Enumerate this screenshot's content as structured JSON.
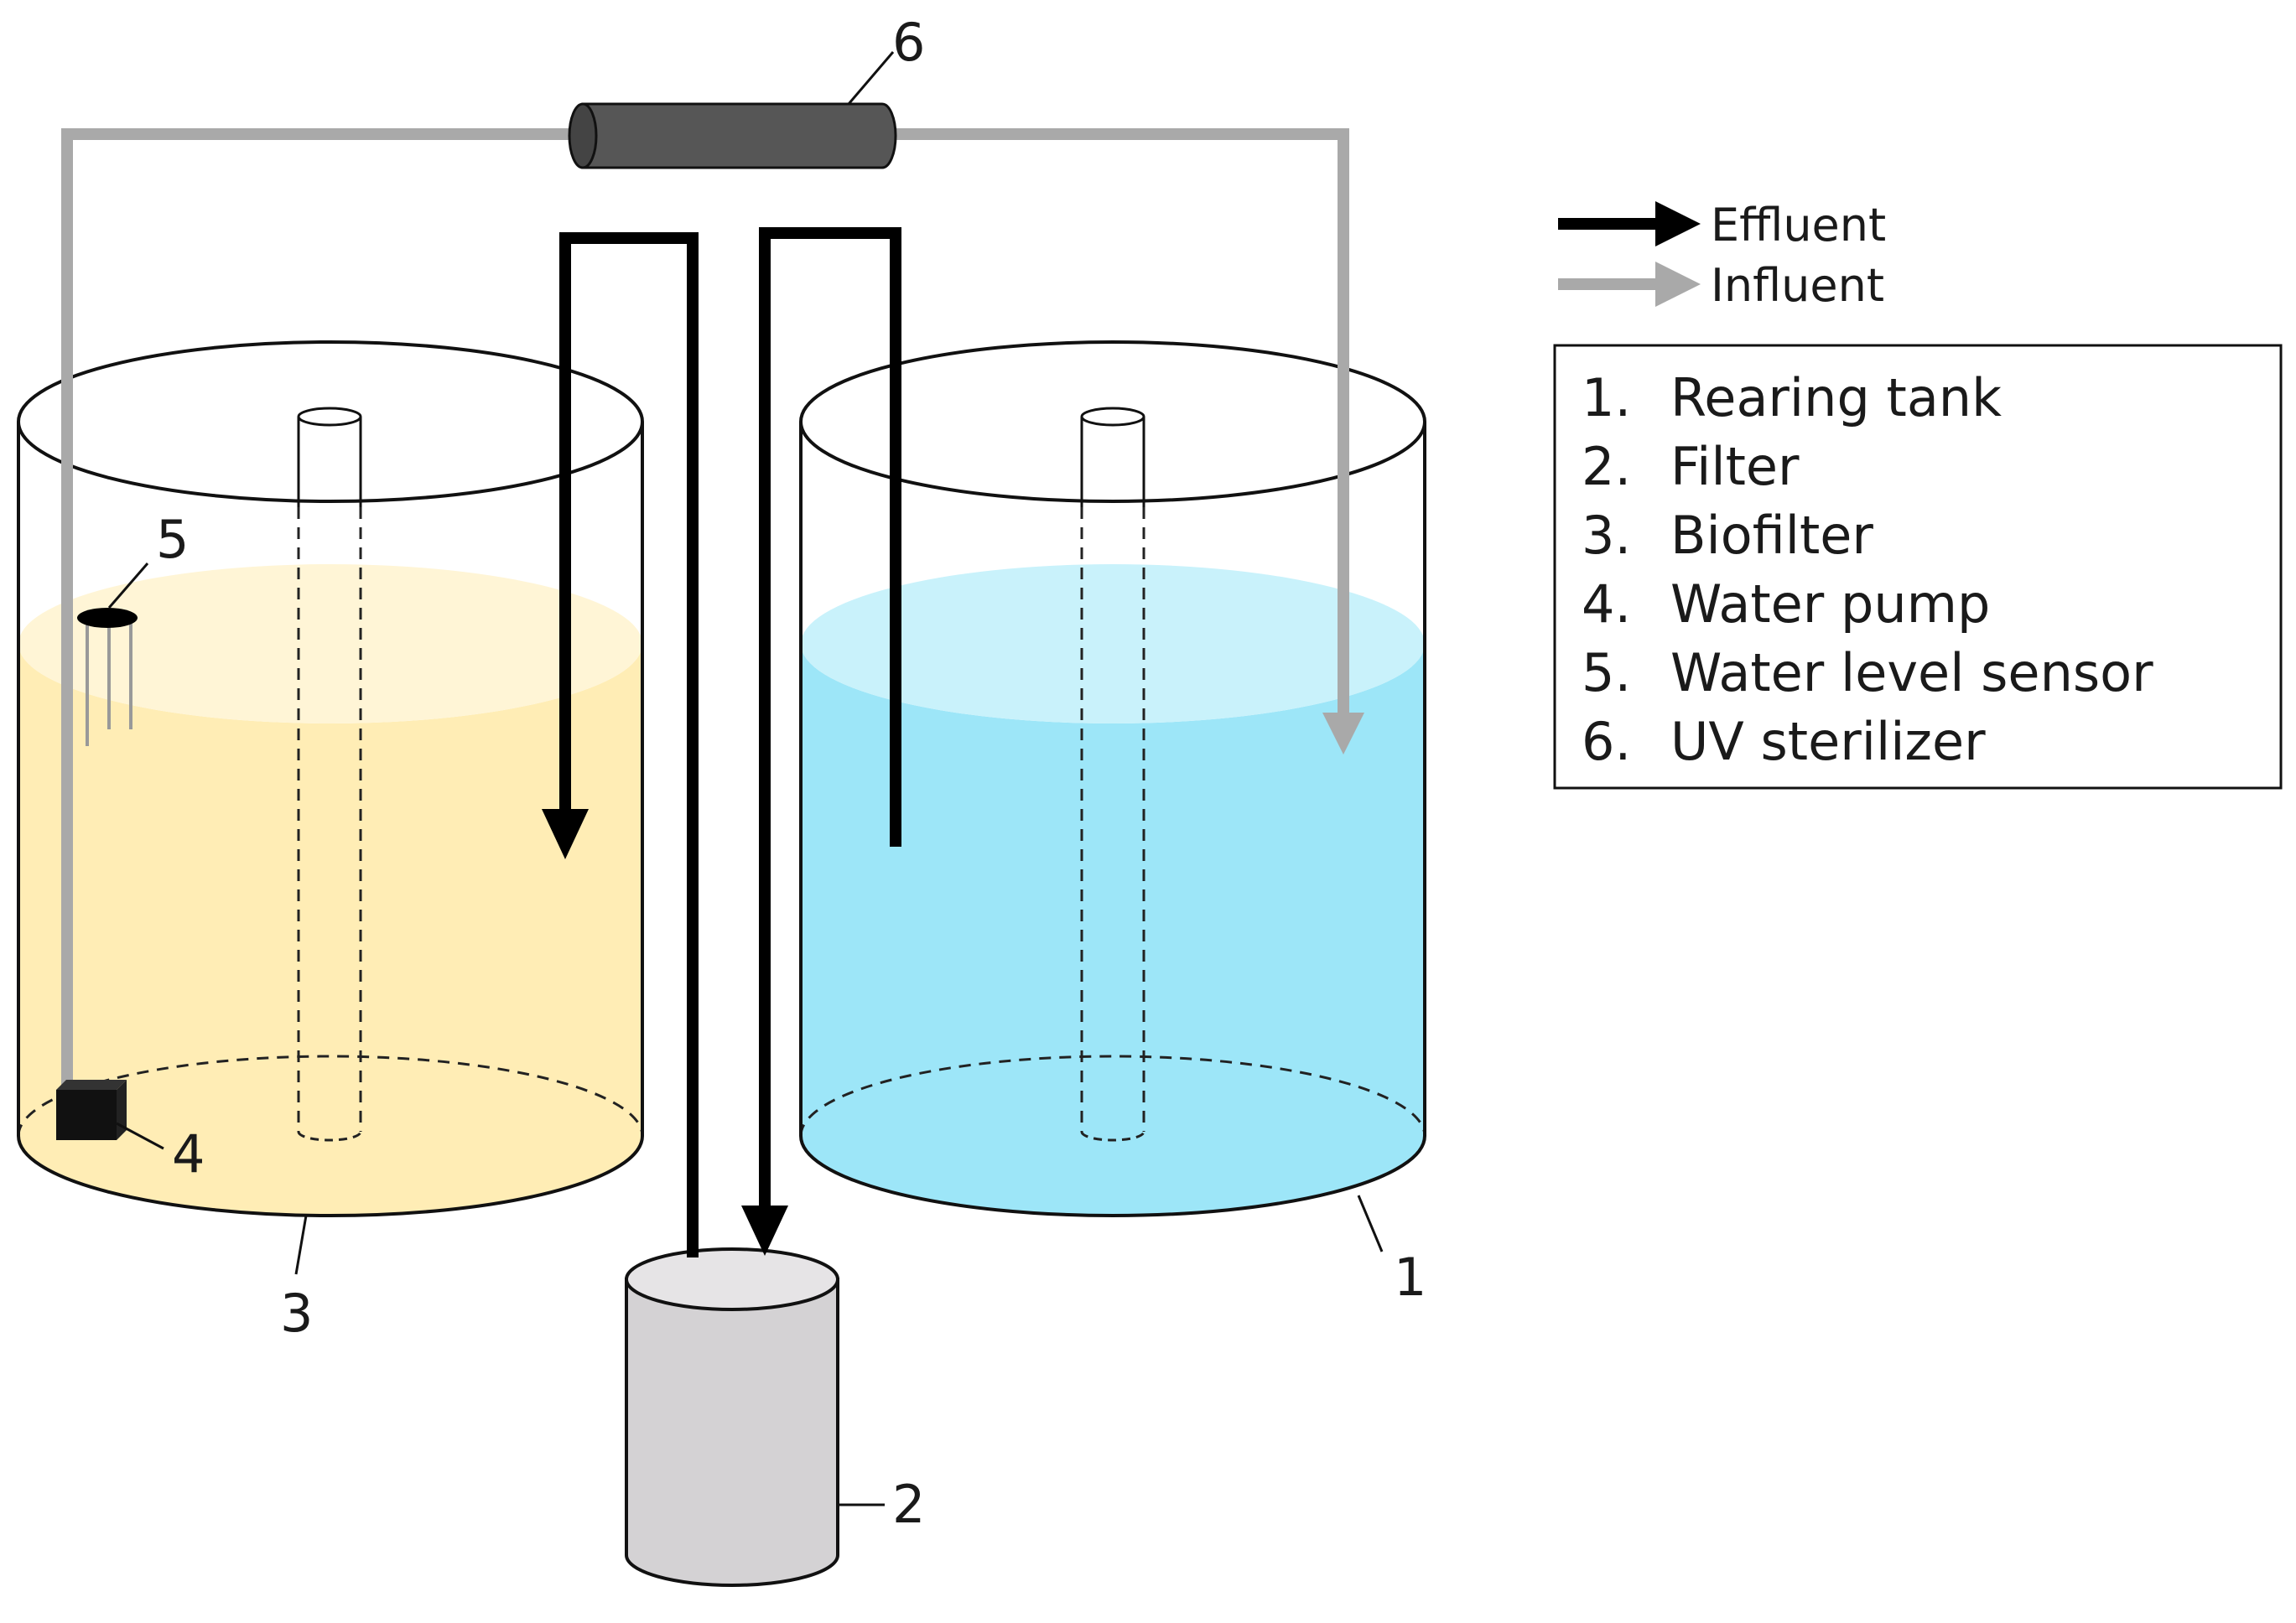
{
  "legend": {
    "effluent_label": "Effluent",
    "influent_label": "Influent",
    "effluent_color": "#000000",
    "influent_color": "#a9a9a9"
  },
  "components": [
    {
      "num": "1.",
      "name": "Rearing tank"
    },
    {
      "num": "2.",
      "name": "Filter"
    },
    {
      "num": "3.",
      "name": "Biofilter"
    },
    {
      "num": "4.",
      "name": "Water pump"
    },
    {
      "num": "5.",
      "name": "Water level sensor"
    },
    {
      "num": "6.",
      "name": "UV sterilizer"
    }
  ],
  "callouts": {
    "rearing_tank": "1",
    "filter": "2",
    "biofilter": "3",
    "water_pump": "4",
    "water_level_sensor": "5",
    "uv_sterilizer": "6"
  },
  "colors": {
    "biofilter_water": "#ffedb5",
    "biofilter_surface": "#fff5d6",
    "rearing_water": "#9de6f8",
    "rearing_surface": "#c9f2fb",
    "filter_body": "#d4d2d4",
    "uv_sterilizer": "#565656"
  }
}
